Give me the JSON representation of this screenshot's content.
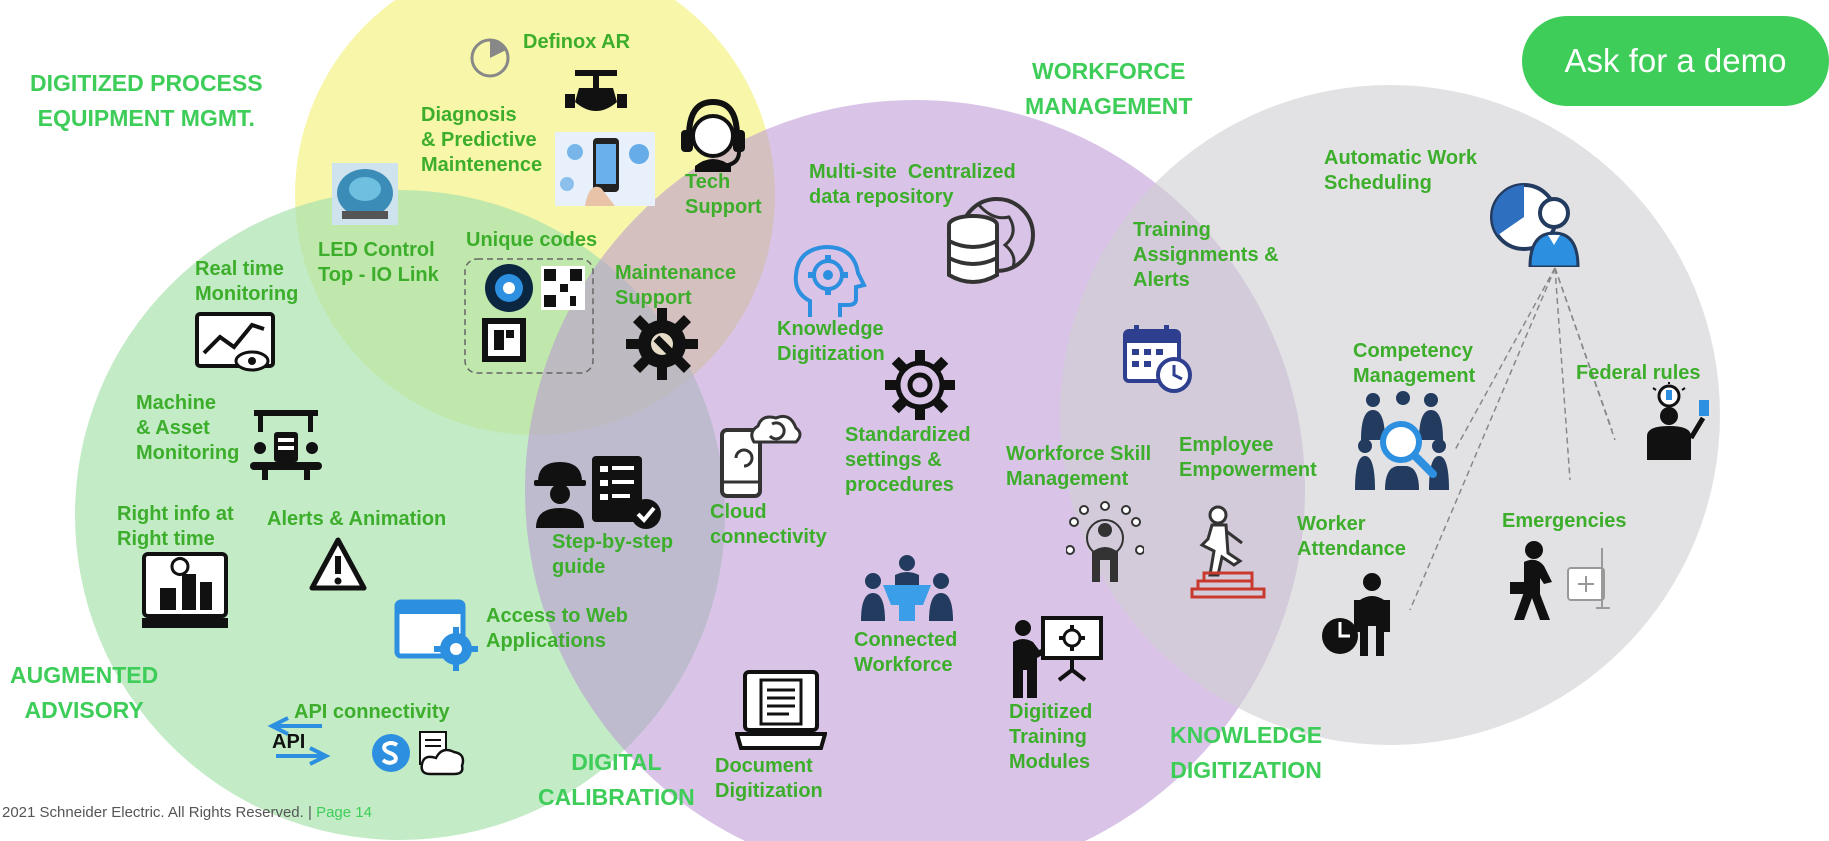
{
  "demo_button": "Ask for a demo",
  "sections": {
    "digitized": "DIGITIZED PROCESS\nEQUIPMENT MGMT.",
    "workforce": "WORKFORCE\nMANAGEMENT",
    "augmented": "AUGMENTED\nADVISORY",
    "calibration": "DIGITAL\nCALIBRATION",
    "knowledge": "KNOWLEDGE\nDIGITIZATION"
  },
  "features": {
    "definox_ar": "Definox AR",
    "diagnosis": "Diagnosis\n& Predictive\nMaintenence",
    "tech_support": "Tech\nSupport",
    "led_control": "LED Control\nTop - IO Link",
    "unique_codes": "Unique codes",
    "maintenance_support": "Maintenance\nSupport",
    "realtime": "Real time\nMonitoring",
    "machine_asset": "Machine\n& Asset\nMonitoring",
    "right_info": "Right info at\nRight time",
    "alerts_animation": "Alerts & Animation",
    "step_by_step": "Step-by-step\nguide",
    "access_web": "Access to Web\nApplications",
    "api": "API connectivity",
    "multisite": "Multi-site  Centralized\ndata repository",
    "knowledge_dig": "Knowledge\nDigitization",
    "standardized": "Standardized\nsettings &\nprocedures",
    "cloud": "Cloud\nconnectivity",
    "connected": "Connected\nWorkforce",
    "document": "Document\nDigitization",
    "training_assign": "Training\nAssignments &\nAlerts",
    "workforce_skill": "Workforce Skill\nManagement",
    "employee_emp": "Employee\nEmpowerment",
    "digitized_training": "Digitized\nTraining\nModules",
    "auto_sched": "Automatic Work\nScheduling",
    "competency": "Competency\nManagement",
    "federal": "Federal rules",
    "worker_att": "Worker\nAttendance",
    "emergencies": "Emergencies"
  },
  "api_icon_text": "API",
  "footer": {
    "text": "2021 Schneider Electric. All Rights Reserved. | ",
    "page": "Page 14"
  },
  "colors": {
    "green": "#3dae2b",
    "brand_green": "#3dcd58",
    "circle_yellow": "#f6f59a",
    "circle_green": "#b3e8b8",
    "circle_purple": "#c7a8dc",
    "circle_gray": "#d9d9db",
    "icon_blue": "#2d8fe0"
  }
}
